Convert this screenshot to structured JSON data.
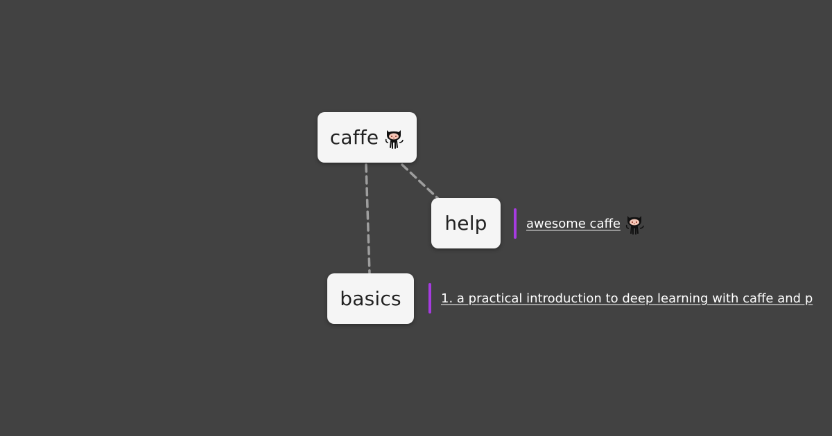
{
  "mindmap": {
    "root": {
      "label": "caffe",
      "icon": "github-octocat-icon"
    },
    "children": [
      {
        "label": "help",
        "note": {
          "link_text": "awesome caffe",
          "icon": "github-octocat-icon"
        }
      },
      {
        "label": "basics",
        "note": {
          "link_text": "1. a practical introduction to deep learning with caffe and p"
        }
      }
    ]
  },
  "colors": {
    "background": "#424242",
    "node_fill": "#f5f5f5",
    "node_text": "#222222",
    "connector": "#9e9e9e",
    "note_accent": "#a63be0",
    "link_text": "#ffffff"
  }
}
